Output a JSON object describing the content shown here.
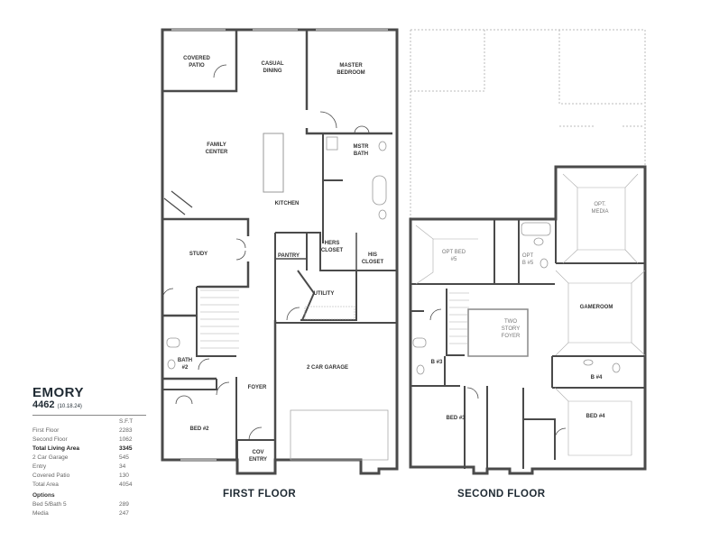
{
  "plan": {
    "name": "EMORY",
    "number": "4462",
    "date": "(10.18.24)",
    "sft_header": "S.F.T",
    "areas": [
      {
        "label": "First Floor",
        "value": "2283",
        "bold": false
      },
      {
        "label": "Second Floor",
        "value": "1062",
        "bold": false
      },
      {
        "label": "Total Living Area",
        "value": "3345",
        "bold": true
      },
      {
        "label": "2 Car Garage",
        "value": "545",
        "bold": false
      },
      {
        "label": "Entry",
        "value": "34",
        "bold": false
      },
      {
        "label": "Covered Patio",
        "value": "130",
        "bold": false
      },
      {
        "label": "Total Area",
        "value": "4054",
        "bold": false
      }
    ],
    "options_header": "Options",
    "options": [
      {
        "label": "Bed 5/Bath 5",
        "value": "289"
      },
      {
        "label": "Media",
        "value": "247"
      }
    ]
  },
  "floors": {
    "first": {
      "label": "FIRST FLOOR",
      "rooms": {
        "covered_patio_1": "COVERED",
        "covered_patio_2": "PATIO",
        "casual_dining_1": "CASUAL",
        "casual_dining_2": "DINING",
        "master_bedroom_1": "MASTER",
        "master_bedroom_2": "BEDROOM",
        "family_center_1": "FAMILY",
        "family_center_2": "CENTER",
        "mstr_bath_1": "MSTR",
        "mstr_bath_2": "BATH",
        "kitchen": "KITCHEN",
        "study": "STUDY",
        "pantry": "PANTRY",
        "hers_closet_1": "HERS",
        "hers_closet_2": "CLOSET",
        "his_closet_1": "HIS",
        "his_closet_2": "CLOSET",
        "utility": "UTILITY",
        "bath2_1": "BATH",
        "bath2_2": "#2",
        "foyer": "FOYER",
        "garage": "2 CAR GARAGE",
        "bed2": "BED #2",
        "cov_entry_1": "COV",
        "cov_entry_2": "ENTRY"
      }
    },
    "second": {
      "label": "SECOND FLOOR",
      "rooms": {
        "opt_media_1": "OPT.",
        "opt_media_2": "MEDIA",
        "opt_bed5_1": "OPT BED",
        "opt_bed5_2": "#5",
        "opt_b5_1": "OPT",
        "opt_b5_2": "B #5",
        "two_story_foyer_1": "TWO",
        "two_story_foyer_2": "STORY",
        "two_story_foyer_3": "FOYER",
        "gameroom": "GAMEROOM",
        "b3": "B #3",
        "b4": "B #4",
        "bed3": "BED #3",
        "bed4": "BED #4"
      }
    }
  },
  "colors": {
    "wall": "#4a4a4a",
    "thin_line": "#b5b5b5",
    "text_dark": "#1f2a33"
  }
}
